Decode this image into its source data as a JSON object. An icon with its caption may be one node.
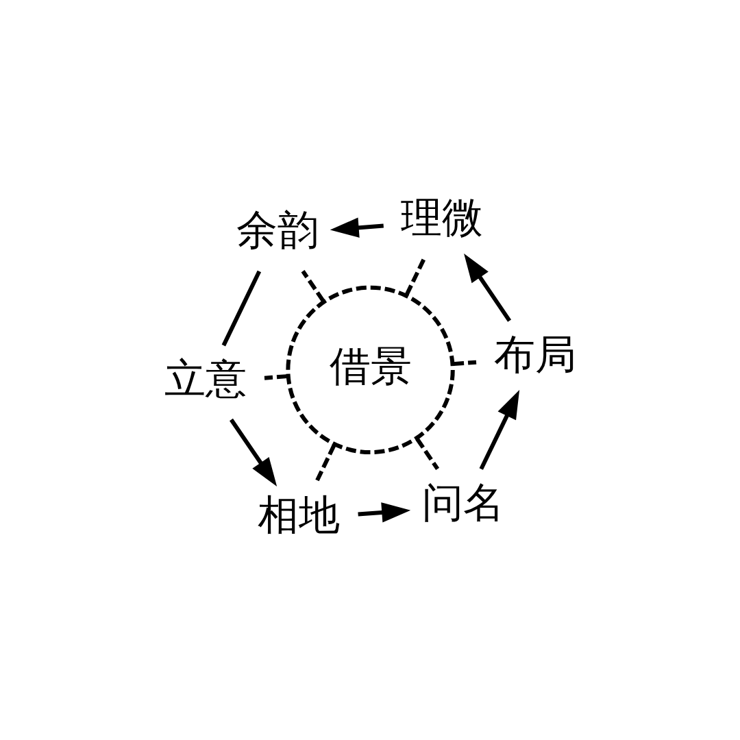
{
  "diagram": {
    "nodes": [
      {
        "text": [
          "立意"
        ]
      },
      {
        "text": [
          "相地"
        ]
      },
      {
        "text": [
          "问名"
        ]
      },
      {
        "text": [
          "布局"
        ]
      },
      {
        "text": [
          "理微"
        ]
      },
      {
        "text": [
          "余韵"
        ]
      },
      {
        "text": [
          "借景"
        ]
      }
    ],
    "edges": [
      {
        "from": 0,
        "to": 1,
        "arrow": "to"
      },
      {
        "from": 1,
        "to": 2,
        "arrow": "to"
      },
      {
        "from": 2,
        "to": 3,
        "arrow": "to"
      },
      {
        "from": 3,
        "to": 4,
        "arrow": "to"
      },
      {
        "from": 4,
        "to": 5,
        "arrow": "to"
      },
      {
        "from": 5,
        "to": 0,
        "arrow": "none"
      },
      {
        "from": 6,
        "to": 0,
        "arrow": "none",
        "style": "dashed"
      },
      {
        "from": 6,
        "to": 1,
        "arrow": "none",
        "style": "dashed"
      },
      {
        "from": 6,
        "to": 2,
        "arrow": "none",
        "style": "dashed"
      },
      {
        "from": 6,
        "to": 3,
        "arrow": "none",
        "style": "dashed"
      },
      {
        "from": 6,
        "to": 4,
        "arrow": "none",
        "style": "dashed"
      },
      {
        "from": 6,
        "to": 5,
        "arrow": "none",
        "style": "dashed"
      }
    ]
  }
}
